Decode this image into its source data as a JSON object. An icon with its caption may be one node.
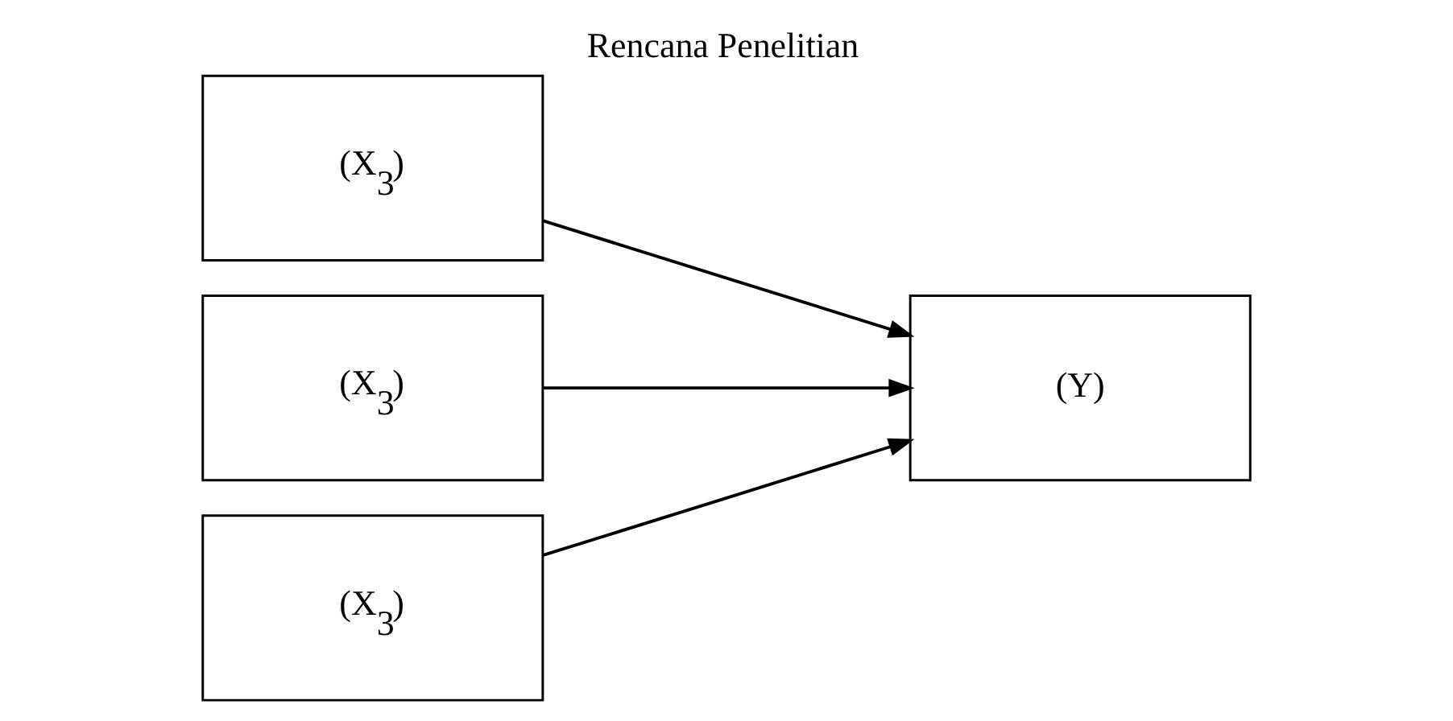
{
  "diagram": {
    "title": "Rencana Penelitian",
    "nodes": [
      {
        "text": [
          "(X$_{3}$)"
        ]
      },
      {
        "text": [
          "(X$_{3}$)"
        ]
      },
      {
        "text": [
          "(X$_{3}$)"
        ]
      },
      {
        "text": [
          "(Y)"
        ]
      }
    ],
    "edges": [
      {
        "from": 0,
        "to": 3,
        "arrow": "to"
      },
      {
        "from": 1,
        "to": 3,
        "arrow": "to"
      },
      {
        "from": 2,
        "to": 3,
        "arrow": "to"
      }
    ]
  }
}
